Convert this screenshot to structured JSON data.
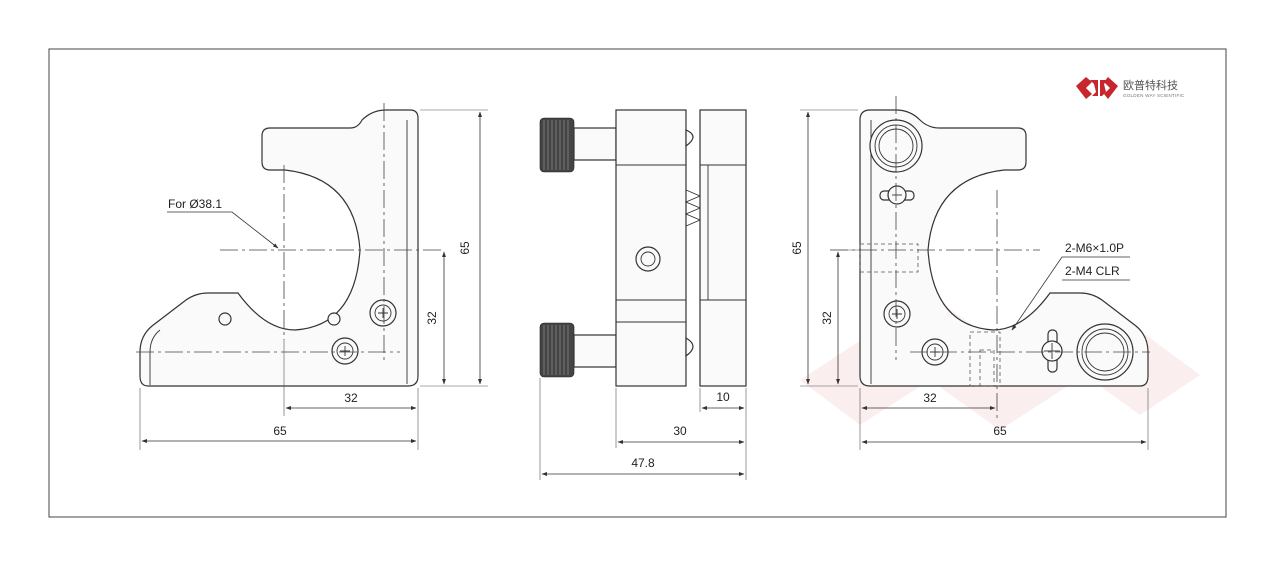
{
  "brand": {
    "name_cn": "欧普特科技",
    "name_en": "GOLDEN WAY SCIENTIFIC",
    "logo_color": "#c8252c"
  },
  "left_view": {
    "hole_callout": "For Ø38.1",
    "dim_height": "65",
    "dim_center_height": "32",
    "dim_center_width": "32",
    "dim_width": "65"
  },
  "side_view": {
    "dim_depth_front": "10",
    "dim_depth_body": "30",
    "dim_depth_total": "47.8"
  },
  "right_view": {
    "callout_thread": "2-M6×1.0P",
    "callout_clearance": "2-M4  CLR",
    "dim_height": "65",
    "dim_center_height": "32",
    "dim_center_width": "32",
    "dim_width": "65"
  }
}
